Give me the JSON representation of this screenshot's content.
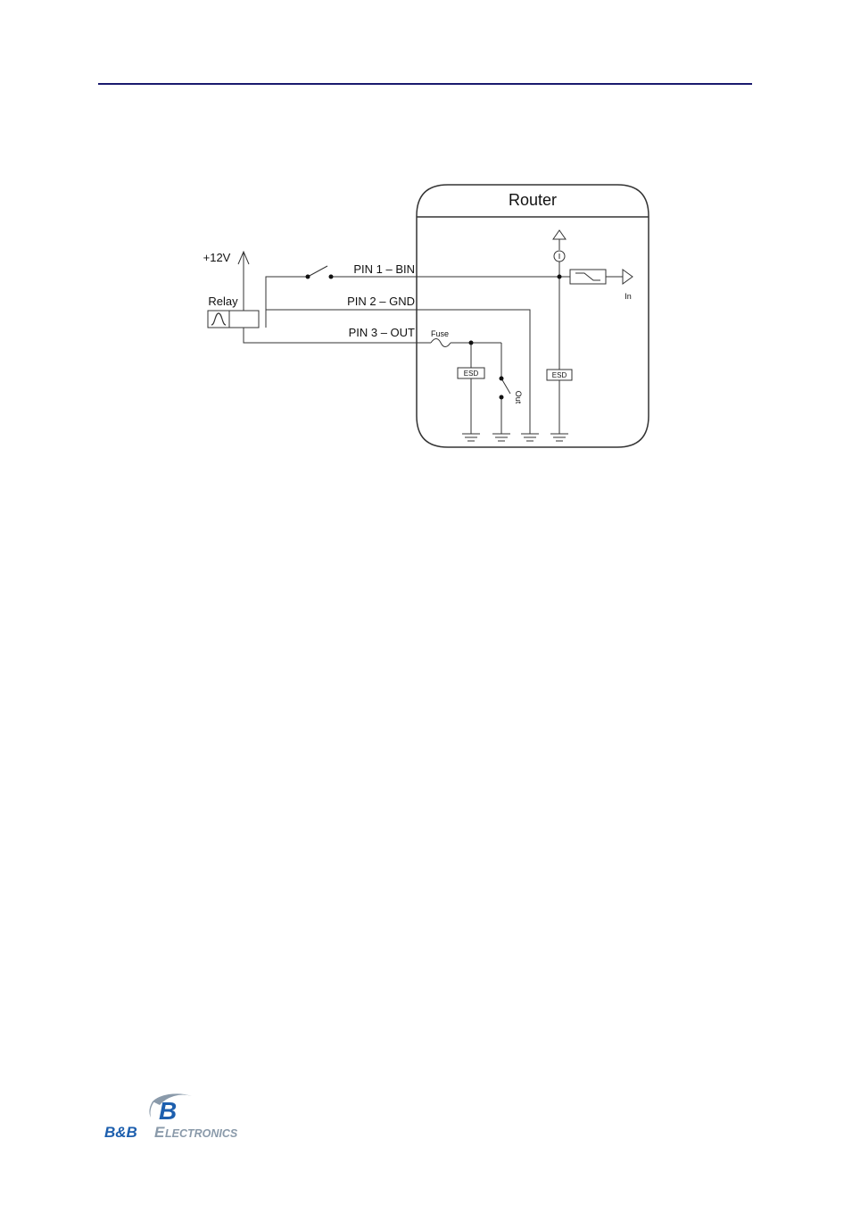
{
  "diagram": {
    "router_label": "Router",
    "supply_label": "+12V",
    "relay_label": "Relay",
    "pin1_label": "PIN 1 – BIN",
    "pin2_label": "PIN 2 – GND",
    "pin3_label": "PIN 3 – OUT",
    "fuse_label": "Fuse",
    "esd_label_out": "ESD",
    "esd_label_in": "ESD",
    "out_label": "Out",
    "in_label": "In"
  },
  "footer": {
    "logo_letter": "B",
    "logo_brand": "B&B",
    "logo_word_initial": "E",
    "logo_word_rest": "LECTRONICS"
  },
  "colors": {
    "header_rule": "#1a1a6e",
    "logo_blue": "#1d5fae",
    "logo_gray": "#8a9aaa",
    "wire": "#333333"
  }
}
